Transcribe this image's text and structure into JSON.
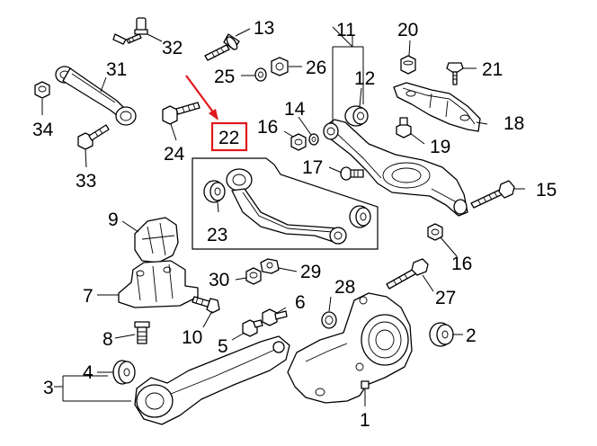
{
  "diagram": {
    "highlight_color": "#e0171b",
    "line_color": "#000000",
    "highlighted_callout": "22",
    "callouts": {
      "c1": "1",
      "c2": "2",
      "c3": "3",
      "c4": "4",
      "c5": "5",
      "c6": "6",
      "c7": "7",
      "c8": "8",
      "c9": "9",
      "c10": "10",
      "c11": "11",
      "c12": "12",
      "c13": "13",
      "c14": "14",
      "c15": "15",
      "c16a": "16",
      "c16b": "16",
      "c17": "17",
      "c18": "18",
      "c19": "19",
      "c20": "20",
      "c21": "21",
      "c22": "22",
      "c23": "23",
      "c24": "24",
      "c25": "25",
      "c26": "26",
      "c27": "27",
      "c28": "28",
      "c29": "29",
      "c30": "30",
      "c31": "31",
      "c32": "32",
      "c33": "33",
      "c34": "34"
    }
  }
}
